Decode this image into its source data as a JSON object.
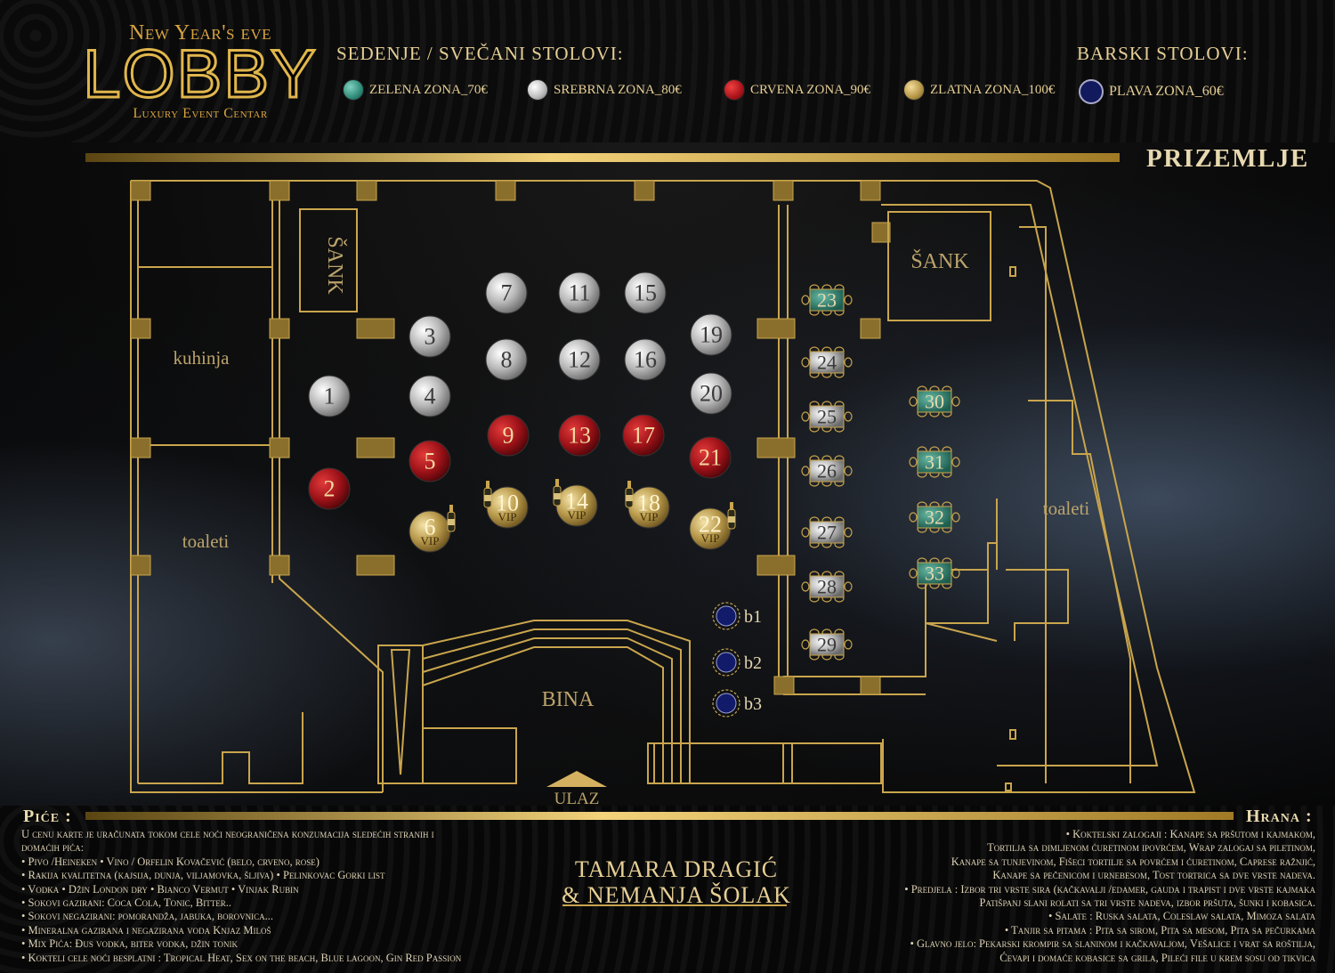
{
  "logo": {
    "top": "New Year's eve",
    "main": "LOBBY",
    "sub": "Luxury Event Centar"
  },
  "headers": {
    "seating": "SEDENJE / SVEČANI STOLOVI:",
    "bar": "BARSKI STOLOVI:",
    "floor": "PRIZEMLJE"
  },
  "legend": [
    {
      "label": "ZELENA ZONA_70€",
      "color": "#2f8a78"
    },
    {
      "label": "SREBRNA ZONA_80€",
      "color": "#bfbfbf"
    },
    {
      "label": "CRVENA ZONA_90€",
      "color": "#a8141a"
    },
    {
      "label": "ZLATNA ZONA_100€",
      "color": "#b8994a"
    },
    {
      "label": "PLAVA ZONA_60€",
      "color": "#121a5e"
    }
  ],
  "rooms": {
    "bar_left": "ŠANK",
    "bar_right": "ŠANK",
    "kitchen": "kuhinja",
    "toilets_left": "toaleti",
    "toilets_right": "toaleti",
    "stage": "BINA",
    "entrance": "ULAZ"
  },
  "tables": {
    "silver": [
      "1",
      "3",
      "4",
      "7",
      "8",
      "11",
      "12",
      "15",
      "16",
      "19",
      "20"
    ],
    "red": [
      "2",
      "5",
      "9",
      "13",
      "17",
      "21"
    ],
    "gold": [
      "6",
      "10",
      "14",
      "18",
      "22"
    ],
    "vip_label": "VIP",
    "rect_silver": [
      "24",
      "25",
      "26",
      "27",
      "28",
      "29"
    ],
    "rect_green": [
      "23",
      "30",
      "31",
      "32",
      "33"
    ],
    "blue": [
      "b1",
      "b2",
      "b3"
    ]
  },
  "performers": [
    "TAMARA DRAGIĆ",
    "& NEMANJA ŠOLAK"
  ],
  "drinks": {
    "title": "Piće :",
    "lines": [
      "U cenu  karte je uračunata tokom cele noći neograničena konzumacija sledećih stranih i",
      "domaćih pića:",
      "• Pivo /Heineken       • Vino / Orfelin Kovačević (belo, crveno, rose)",
      "• Rakija kvalitetna (kajsija, dunja, viljamovka, šljiva)     • Pelinkovac Gorki list",
      "• Vodka      • Džin London dry       • Bianco Vermut      • Vinjak Rubin",
      "• Sokovi gazirani: Coca Cola, Tonic, Bitter..",
      "• Sokovi negazirani: pomorandža, jabuka, borovnica...",
      "• Mineralna gazirana i negazirana voda Knjaz Miloš",
      "• Mix Pića: Đus vodka, biter vodka, džin tonik",
      "• Kokteli cele noći besplatni : Tropical Heat, Sex on the beach, Blue lagoon, Gin Red Passion"
    ]
  },
  "food": {
    "title": "Hrana :",
    "lines": [
      "• Koktelski zalogaji : Kanape sa pršutom i kajmakom,",
      "Tortilja sa dimljenom ćuretinom ipovrćem, Wrap zalogaj sa piletinom,",
      "Kanape sa tunjevinom, Fišeci tortilje sa povrćem i ćuretinom, Caprese ražnjić,",
      "Kanape sa pečenicom i urnebesom, Tost tortrica sa dve vrste nadeva.",
      "• Predjela : Izbor tri vrste sira (kačkavalji /edamer, gauda i trapist  i dve vrste kajmaka",
      "Patišpanj slani rolati sa tri vrste nadeva, izbor pršuta, šunki  i kobasica.",
      "• Salate : Ruska salata, Coleslaw salata, Mimoza salata",
      "• Tanjir sa pitama : Pita sa sirom, Pita sa mesom, Pita sa pečurkama",
      "• Glavno jelo: Pekarski krompir sa slaninom i kačkavaljom, Vešalice i vrat sa roštilja,",
      "Ćevapi i domaće kobasice sa grila, Pileći file u krem sosu od tikvica"
    ]
  }
}
